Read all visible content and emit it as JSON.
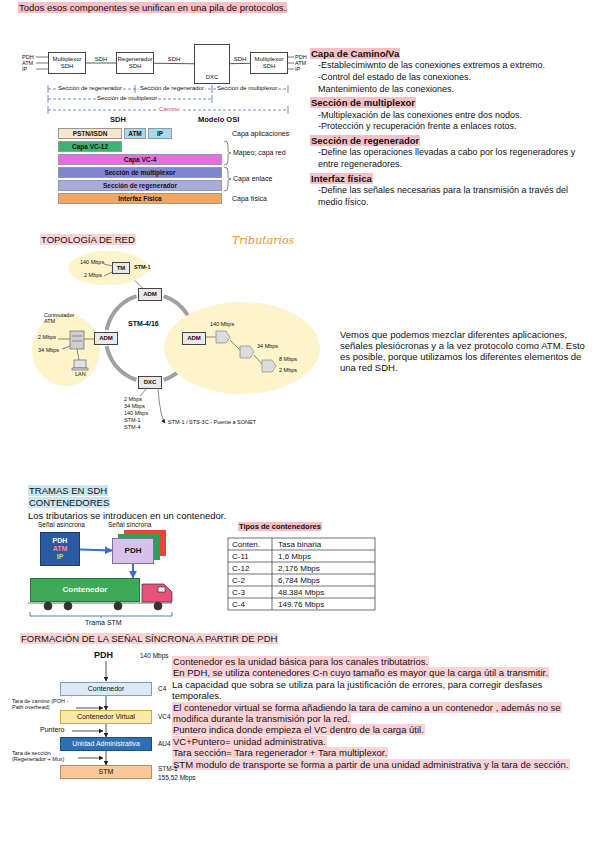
{
  "diagram": {
    "nodes": [
      {
        "text": [
          "Multiplexor SDH"
        ]
      },
      {
        "text": [
          "Regenerador SDH"
        ]
      },
      {
        "text": [
          "DXC"
        ]
      },
      {
        "text": [
          "Multiplexor SDH"
        ]
      },
      {
        "text": [
          "PSTN/ISDN"
        ]
      },
      {
        "text": [
          "ATM"
        ]
      },
      {
        "text": [
          "IP"
        ]
      },
      {
        "text": [
          "Capa VC-12"
        ]
      },
      {
        "text": [
          "Capa VC-4"
        ]
      },
      {
        "text": [
          "Sección de multiplexor"
        ]
      },
      {
        "text": [
          "Sección de regenerador"
        ]
      },
      {
        "text": [
          "Interfaz Física"
        ]
      },
      {
        "text": [
          "TM"
        ]
      },
      {
        "text": [
          "ADM"
        ]
      },
      {
        "text": [
          "ADM"
        ]
      },
      {
        "text": [
          "ADM"
        ]
      },
      {
        "text": [
          "DXC"
        ]
      },
      {
        "text": [
          "PDH",
          "ATM",
          "IP"
        ]
      },
      {
        "text": [
          "PDH"
        ]
      },
      {
        "text": [
          "Contenedor"
        ]
      },
      {
        "text": [
          "Contenedor"
        ]
      },
      {
        "text": [
          "Contenedor Virtual"
        ]
      },
      {
        "text": [
          "Unidad Administrativa"
        ]
      },
      {
        "text": [
          "STM"
        ]
      }
    ],
    "edges": [
      {
        "from": 0,
        "to": 1,
        "arrow": "none",
        "label": "SDH"
      },
      {
        "from": 1,
        "to": 2,
        "arrow": "none",
        "label": "SDH"
      },
      {
        "from": 2,
        "to": 3,
        "arrow": "none",
        "label": "SDH"
      },
      {
        "from": 12,
        "to": 13,
        "arrow": "none"
      },
      {
        "from": 13,
        "to": 15,
        "arrow": "none"
      },
      {
        "from": 15,
        "to": 16,
        "arrow": "none"
      },
      {
        "from": 16,
        "to": 14,
        "arrow": "none"
      },
      {
        "from": 14,
        "to": 13,
        "arrow": "none"
      },
      {
        "from": 17,
        "to": 18,
        "arrow": "to"
      },
      {
        "from": 18,
        "to": 19,
        "arrow": "to"
      },
      {
        "from": 20,
        "to": 21,
        "arrow": "to"
      },
      {
        "from": 21,
        "to": 22,
        "arrow": "to"
      },
      {
        "from": 22,
        "to": 23,
        "arrow": "to"
      }
    ],
    "labels": [
      "Todos esos componentes se unifican en una pila de protocolos.",
      "PDH",
      "ATM",
      "IP",
      "PDH",
      "ATM",
      "IP",
      "Sección de regenerador",
      "Sección de regenerador",
      "Sección de multiplexor",
      "Sección de multiplexor",
      "Camino",
      "SDH",
      "Modelo OSI",
      "Capa aplicaciones",
      "Mapeo; capa red",
      "Capa enlace",
      "Capa física",
      "Capa de Camino/Va",
      "-Establecimiwnto de las conexiones extremos a extremo.",
      "-Control del estado de las conexiones.",
      "Mantenimiento de las conexiones.",
      "Sección de multiplexor",
      "-Multiplexación de las conexiones entre dos nodos.",
      "-Protección y recuperación frente a enlaces rotos.",
      "Sección de regenerador",
      "-Define las operaciones llevadas a cabo por los regeneradores y entre regeneradores.",
      "Interfaz física",
      "-Define las señales necesarias para la transmisión a través del medio físico.",
      "TOPOLOGÍA DE RED",
      "140 Mbps",
      "2 Mbps",
      "STM-1",
      "Tributarios",
      "STM-4/16",
      "Conmutador ATM",
      "2 Mbps",
      "34 Mbps",
      "LAN",
      "140 Mbps",
      "34 Mbps",
      "8 Mbps",
      "2 Mbps",
      "2 Mbps",
      "34 Mbps",
      "140 Mbps",
      "STM-1",
      "STM-4",
      "STM-1 / STS-3C - Puente a SONET",
      "Vemos que podemos mezclar diferentes aplicaciones, señales plesiócronas y a la vez protocolo como ATM. Esto es posible, porque utilizamos los diferentes elementos de una red SDH.",
      "TRAMAS EN SDH",
      "CONTENEDORES",
      "Los tributarios se introducen en un contenedor.",
      "Señal asíncrona",
      "Señal síncrona",
      "Trama STM",
      "Tipos de contenedores",
      "Conten.",
      "Tasa binaria",
      "C-11",
      "1,6 Mbps",
      "C-12",
      "2,176 Mbps",
      "C-2",
      "6,784 Mbps",
      "C-3",
      "48.384 Mbps",
      "C-4",
      "149.76 Mbps",
      "FORMACIÓN DE LA SEÑAL SÍNCRONA A PARTIR DE PDH",
      "PDH",
      "140 Mbps",
      "C4",
      "Tara de camino (POH - Path overhead)",
      "VC4",
      "Puntero",
      "AU4",
      "Tara de sección (Regenerador + Mux)",
      "STM-1",
      "155,52 Mbps",
      "Contenedor es la unidad básica para los canales tributatrios.",
      "En PDH, se utiliza contenedores C-n cuyo tamaño es mayor que la carga útil a transmitir.",
      "La capacidad que sobra se utiliza para la justificación de errores, para corregir desfases temporales.",
      "El contenedor virtual se forma añadiendo la tara de camino a un contenedor , además no se modifica durante la transmisión por la red.",
      "Puntero indica donde empieza el VC dentro de la carga útil.",
      "VC+Puntero= unidad administrativa.",
      "Tara sección= Tara regenerador + Tara multiplexor.",
      "STM modulo de transporte se forma a partir de una unidad administrativa y la tara de sección."
    ]
  }
}
